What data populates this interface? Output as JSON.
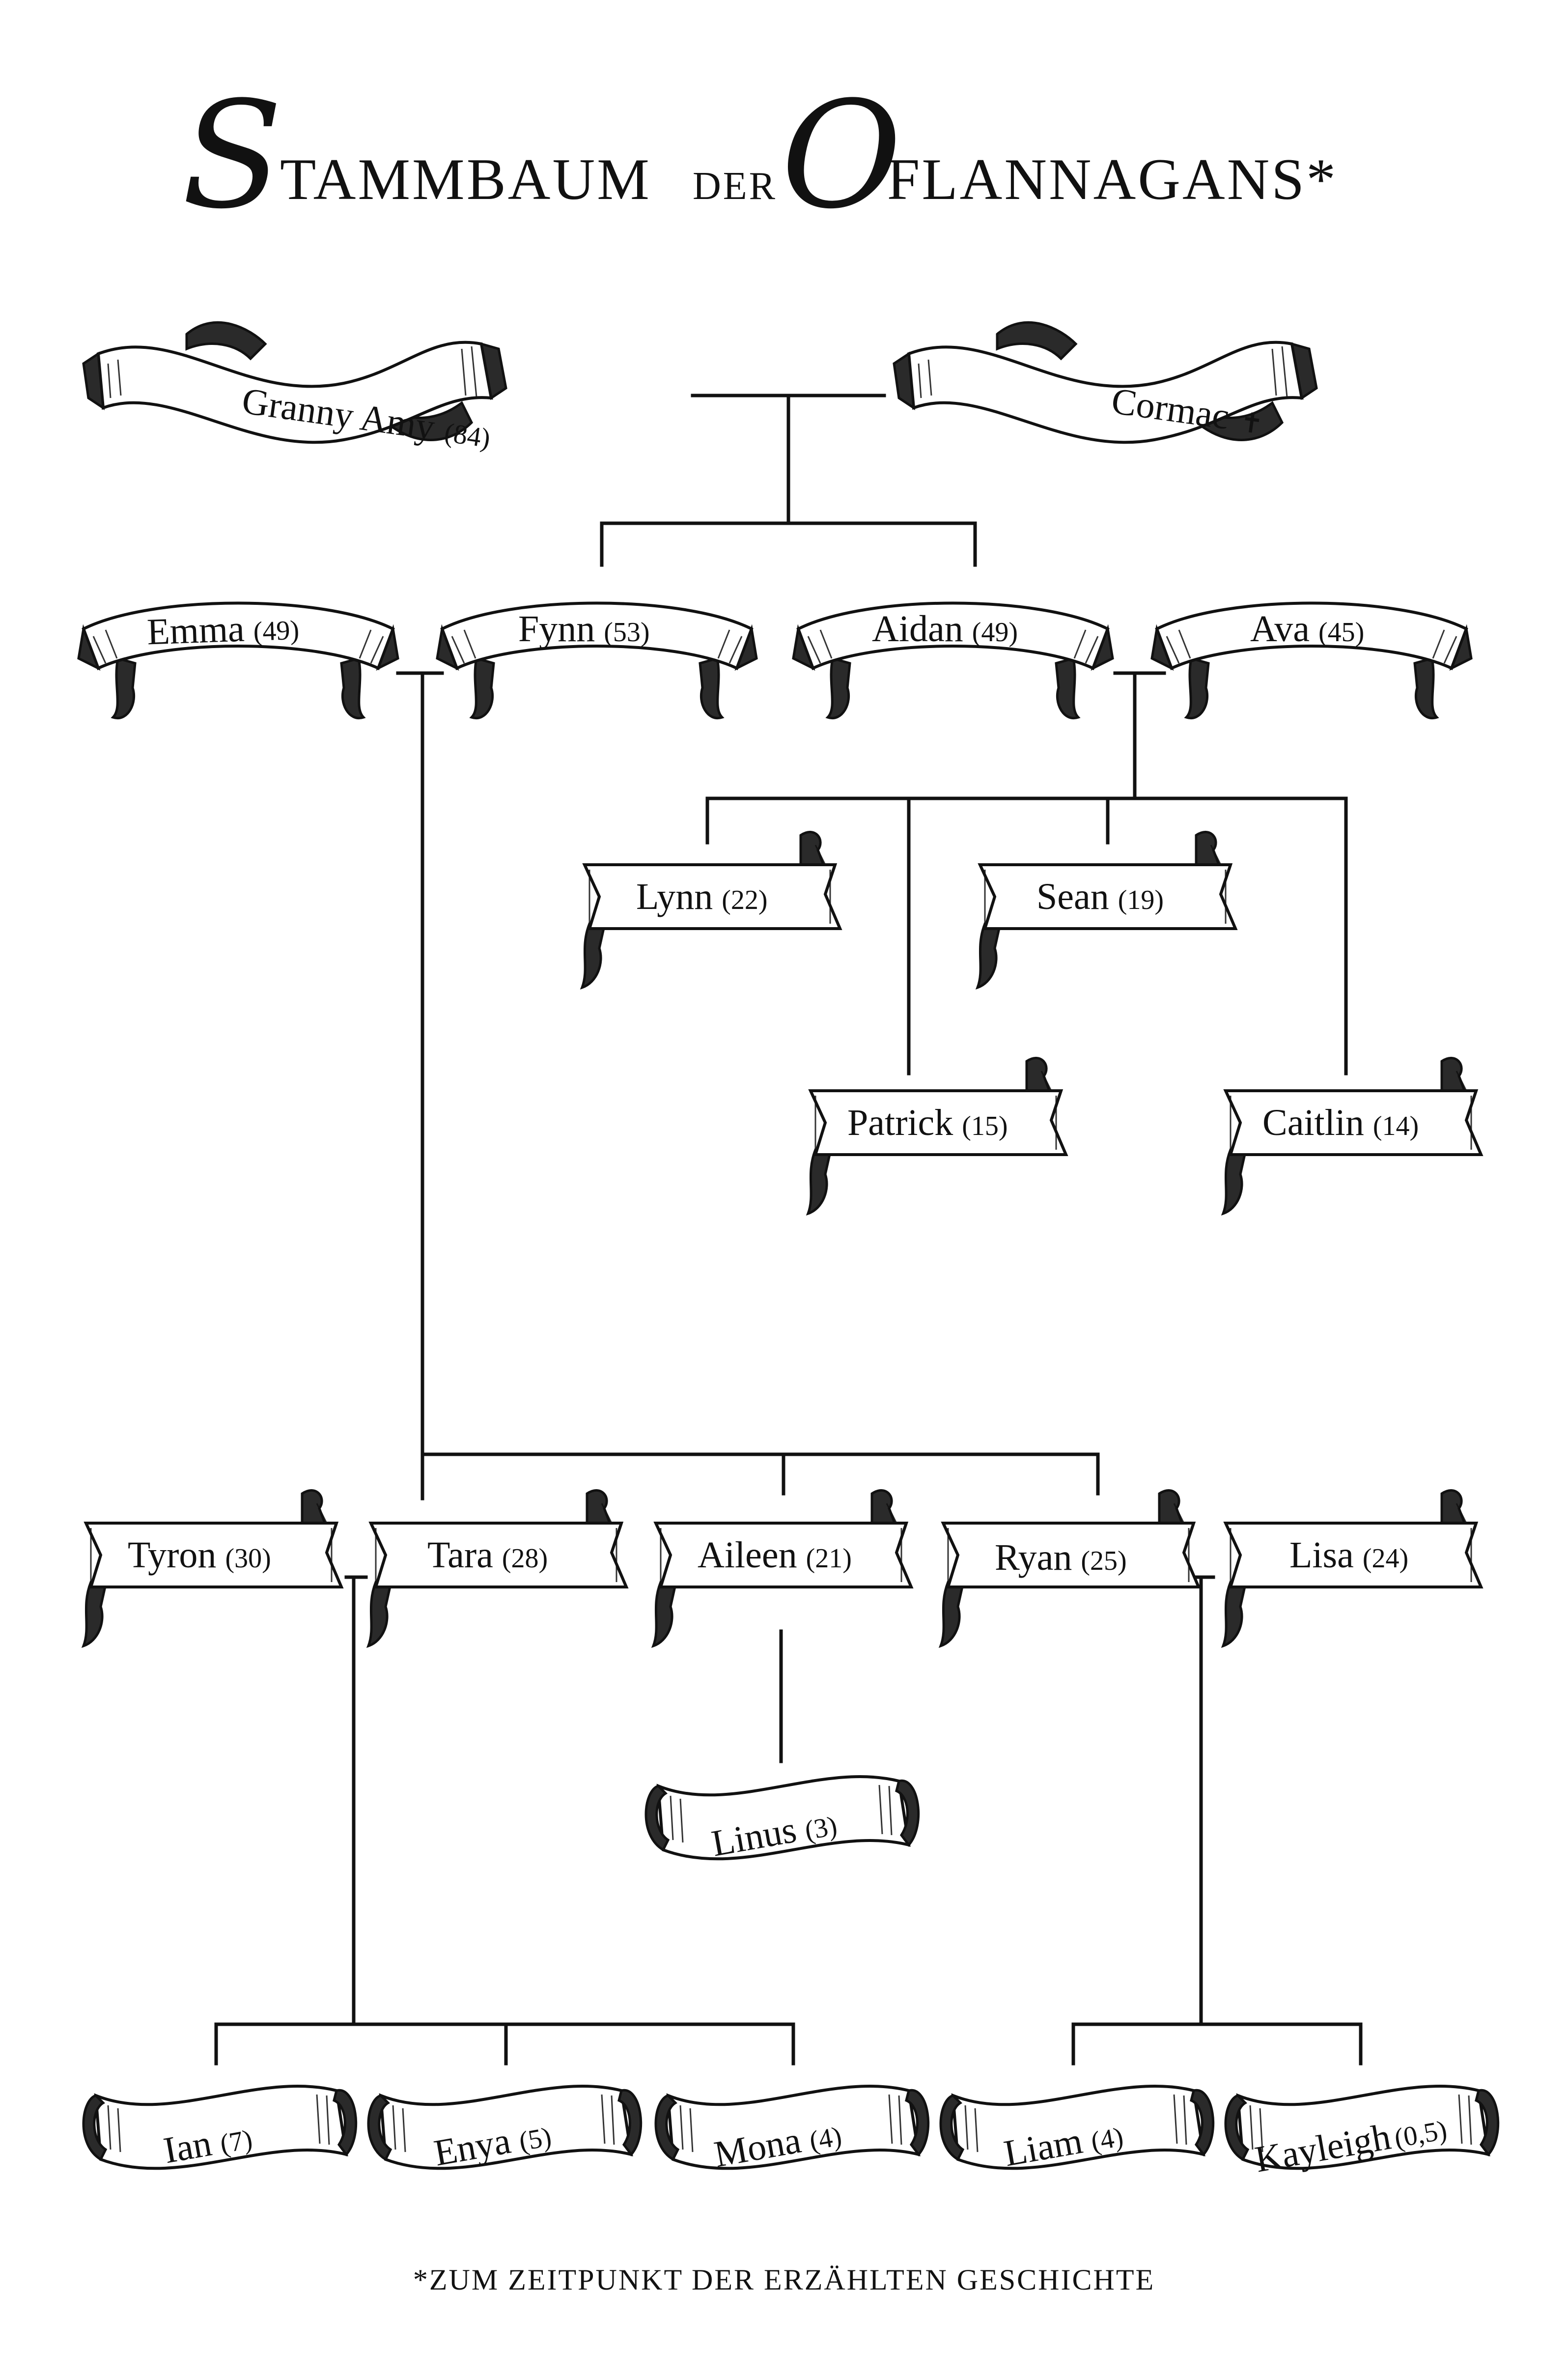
{
  "title": {
    "word1_initial": "S",
    "word1_rest": "TAMMBAUM",
    "word2": "DER",
    "word3_initial": "O",
    "word3_rest": "'FLANNAGANS*"
  },
  "people": {
    "granny": {
      "name": "Granny Amy",
      "age": "(84)"
    },
    "cormac": {
      "name": "Cormac",
      "mark": "✝"
    },
    "emma": {
      "name": "Emma",
      "age": "(49)"
    },
    "fynn": {
      "name": "Fynn",
      "age": "(53)"
    },
    "aidan": {
      "name": "Aidan",
      "age": "(49)"
    },
    "ava": {
      "name": "Ava",
      "age": "(45)"
    },
    "lynn": {
      "name": "Lynn",
      "age": "(22)"
    },
    "sean": {
      "name": "Sean",
      "age": "(19)"
    },
    "patrick": {
      "name": "Patrick",
      "age": "(15)"
    },
    "caitlin": {
      "name": "Caitlin",
      "age": "(14)"
    },
    "tyron": {
      "name": "Tyron",
      "age": "(30)"
    },
    "tara": {
      "name": "Tara",
      "age": "(28)"
    },
    "aileen": {
      "name": "Aileen",
      "age": "(21)"
    },
    "ryan": {
      "name": "Ryan",
      "age": "(25)"
    },
    "lisa": {
      "name": "Lisa",
      "age": "(24)"
    },
    "linus": {
      "name": "Linus",
      "age": "(3)"
    },
    "ian": {
      "name": "Ian",
      "age": "(7)"
    },
    "enya": {
      "name": "Enya",
      "age": "(5)"
    },
    "mona": {
      "name": "Mona",
      "age": "(4)"
    },
    "liam": {
      "name": "Liam",
      "age": "(4)"
    },
    "kayleigh": {
      "name": "Kayleigh",
      "age": "(0,5)"
    }
  },
  "footnote": "*ZUM ZEITPUNKT DER ERZÄHLTEN GESCHICHTE"
}
